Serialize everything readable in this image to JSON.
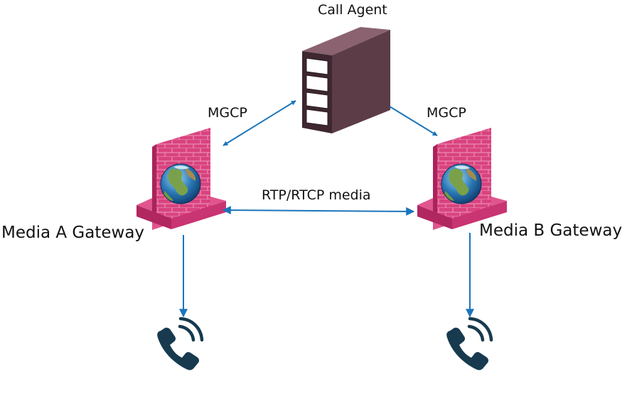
{
  "labels": {
    "call_agent": "Call Agent",
    "mgcp_left": "MGCP",
    "mgcp_right": "MGCP",
    "media": "RTP/RTCP media",
    "gateway_a": "Media A Gateway",
    "gateway_b": "Media B Gateway"
  },
  "icons": {
    "call_agent": "server-icon",
    "gateway_a": "firewall-globe-icon",
    "gateway_b": "firewall-globe-icon",
    "phone_a": "phone-ringing-icon",
    "phone_b": "phone-ringing-icon"
  },
  "colors": {
    "arrow": "#1b75bb",
    "server": "#5c3c47",
    "firewall": "#d23c77",
    "phone": "#173a4f"
  }
}
